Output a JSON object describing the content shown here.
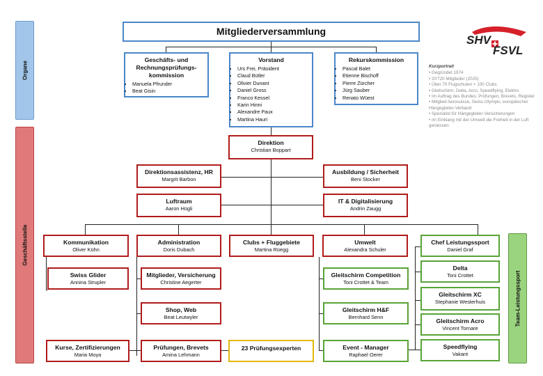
{
  "header": {
    "title": "Mitgliederversammlung"
  },
  "logo": {
    "line1": "SHV",
    "line2": "FSVL"
  },
  "colors": {
    "blue": "#4a86c8",
    "red": "#b01b1b",
    "green": "#58a336",
    "yellow": "#e2b80c",
    "organe_bg": "#a2c6ea",
    "geschaeft_bg": "#e07a7a",
    "team_bg": "#9bd47f"
  },
  "side": {
    "organe": "Organe",
    "geschaeftsstelle": "Geschäftsstelle",
    "team": "Team-Leistungssport"
  },
  "organe": {
    "gk": {
      "title": "Geschäfts- und Rechnungsprüfungs- kommission",
      "members": [
        "Manuela Pfrunder",
        "Beat Gisin"
      ]
    },
    "vorstand": {
      "title": "Vorstand",
      "members": [
        "Urs Frei, Präsident",
        "Claud Bütler",
        "Olivier Dunant",
        "Daniel Gross",
        "Franco Kessel",
        "Karin Hinni",
        "Alexandre Paux",
        "Martina Hauri"
      ]
    },
    "rekurs": {
      "title": "Rekurskommission",
      "members": [
        "Pascal Balet",
        "Etienne Bischoff",
        "Pierre Zürcher",
        "Jürg Sauber",
        "Renato Wüest"
      ]
    }
  },
  "kurzportrait": {
    "title": "Kurzportrait",
    "items": [
      "Gegründet 1974",
      "20'720 Mitglieder (2025)",
      "Über 70 Flugschulen + 100 Clubs",
      "Gleitschirm, Delta, Acro, Speedflying, Elektro",
      "Im Auftrag des Bundes: Prüfungen, Brevets, Register",
      "Mitglied Aerosuisse, Swiss Olympic, europäischer Hängegleiter-Verband",
      "Spezialist für Hängegleiter-Versicherungen",
      "Im Einklang mit der Umwelt die Freiheit in der Luft geniessen"
    ]
  },
  "direktion": {
    "title": "Direktion",
    "name": "Christian Boppart"
  },
  "staff": {
    "assistenz": {
      "title": "Direktionsassistenz, HR",
      "name": "Margrit Barbon"
    },
    "ausbildung": {
      "title": "Ausbildung / Sicherheit",
      "name": "Beni Stocker"
    },
    "luftraum": {
      "title": "Luftraum",
      "name": "Aaron Hügli"
    },
    "it": {
      "title": "IT & Digitalisierung",
      "name": "Andrin Zaugg"
    }
  },
  "depts": {
    "kommunikation": {
      "title": "Kommunikation",
      "name": "Oliver Kühn"
    },
    "administration": {
      "title": "Administration",
      "name": "Doris Dubach"
    },
    "clubs": {
      "title": "Clubs + Fluggebiete",
      "name": "Martina Rüegg"
    },
    "umwelt": {
      "title": "Umwelt",
      "name": "Alexandra Schuler"
    }
  },
  "sub": {
    "swissglider": {
      "title": "Swiss Glider",
      "name": "Annina Strupler"
    },
    "kurse": {
      "title": "Kurse, Zertifizierungen",
      "name": "Maria Moya"
    },
    "mitglieder": {
      "title": "Mitglieder, Versicherung",
      "name": "Christine Aegerter"
    },
    "shop": {
      "title": "Shop, Web",
      "name": "Beat Leutwyler"
    },
    "pruefungen": {
      "title": "Prüfungen, Brevets",
      "name": "Amina Lehmann"
    },
    "experten": {
      "title": "23 Prüfungsexperten"
    },
    "gs_comp": {
      "title": "Gleitschirm Competition",
      "name": "Toni Crottet & Team"
    },
    "gs_hf": {
      "title": "Gleitschirm H&F",
      "name": "Bernhard Senn"
    },
    "event": {
      "title": "Event - Manager",
      "name": "Raphael Oerer"
    }
  },
  "sport": {
    "chef": {
      "title": "Chef Leistungssport",
      "name": "Daniel Graf"
    },
    "delta": {
      "title": "Delta",
      "name": "Toni Crottet"
    },
    "xc": {
      "title": "Gleitschirm XC",
      "name": "Stephanie Westerhuis"
    },
    "acro": {
      "title": "Gleitschirm Acro",
      "name": "Vincent Tornare"
    },
    "speed": {
      "title": "Speedflying",
      "name": "Vakant"
    }
  }
}
